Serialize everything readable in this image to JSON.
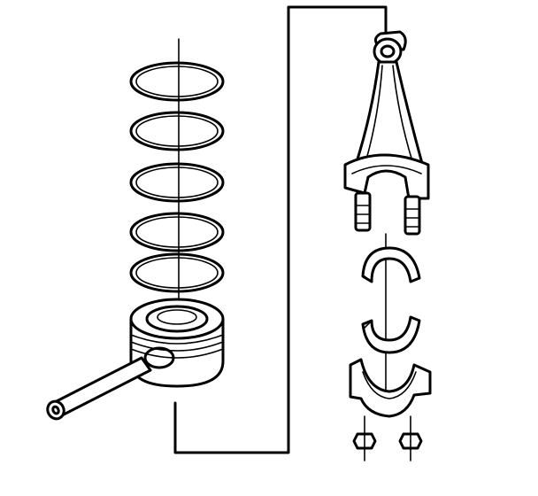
{
  "diagram": {
    "type": "exploded-view-line-drawing",
    "colors": {
      "ink": "#000000",
      "background": "#ffffff"
    },
    "components": [
      {
        "name": "piston-ring",
        "count": 5
      },
      {
        "name": "piston",
        "count": 1
      },
      {
        "name": "piston-pin",
        "count": 1
      },
      {
        "name": "connecting-rod",
        "count": 1
      },
      {
        "name": "connecting-rod-bearing",
        "count": 2
      },
      {
        "name": "connecting-rod-cap",
        "count": 1
      },
      {
        "name": "connecting-rod-nut",
        "count": 2
      }
    ],
    "labels": []
  }
}
